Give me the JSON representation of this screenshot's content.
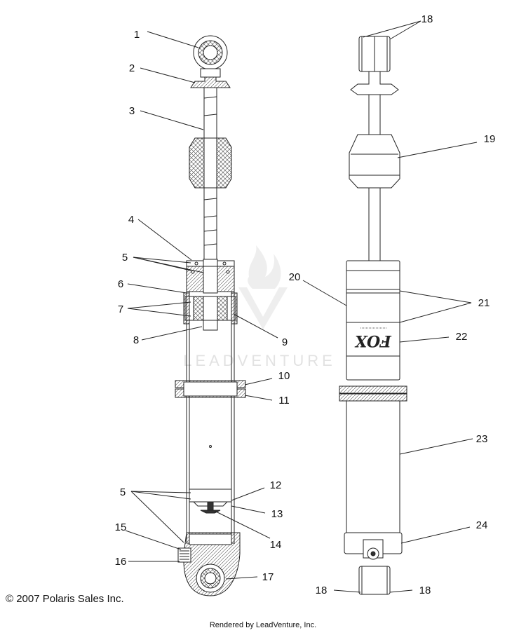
{
  "diagram": {
    "watermark_text": "LEADVENTURE",
    "brand_text": "FOX",
    "callouts": [
      {
        "id": "c1",
        "label": "1"
      },
      {
        "id": "c2",
        "label": "2"
      },
      {
        "id": "c3",
        "label": "3"
      },
      {
        "id": "c4",
        "label": "4"
      },
      {
        "id": "c5a",
        "label": "5"
      },
      {
        "id": "c6",
        "label": "6"
      },
      {
        "id": "c7",
        "label": "7"
      },
      {
        "id": "c8",
        "label": "8"
      },
      {
        "id": "c9",
        "label": "9"
      },
      {
        "id": "c10",
        "label": "10"
      },
      {
        "id": "c11",
        "label": "11"
      },
      {
        "id": "c5b",
        "label": "5"
      },
      {
        "id": "c12",
        "label": "12"
      },
      {
        "id": "c13",
        "label": "13"
      },
      {
        "id": "c14",
        "label": "14"
      },
      {
        "id": "c15",
        "label": "15"
      },
      {
        "id": "c16",
        "label": "16"
      },
      {
        "id": "c17",
        "label": "17"
      },
      {
        "id": "c18a",
        "label": "18"
      },
      {
        "id": "c19",
        "label": "19"
      },
      {
        "id": "c20",
        "label": "20"
      },
      {
        "id": "c21",
        "label": "21"
      },
      {
        "id": "c22",
        "label": "22"
      },
      {
        "id": "c23",
        "label": "23"
      },
      {
        "id": "c24",
        "label": "24"
      },
      {
        "id": "c18b",
        "label": "18"
      },
      {
        "id": "c18c",
        "label": "18"
      }
    ]
  },
  "footer": {
    "copyright": "© 2007 Polaris Sales Inc.",
    "rendered_by": "Rendered by LeadVenture, Inc."
  }
}
